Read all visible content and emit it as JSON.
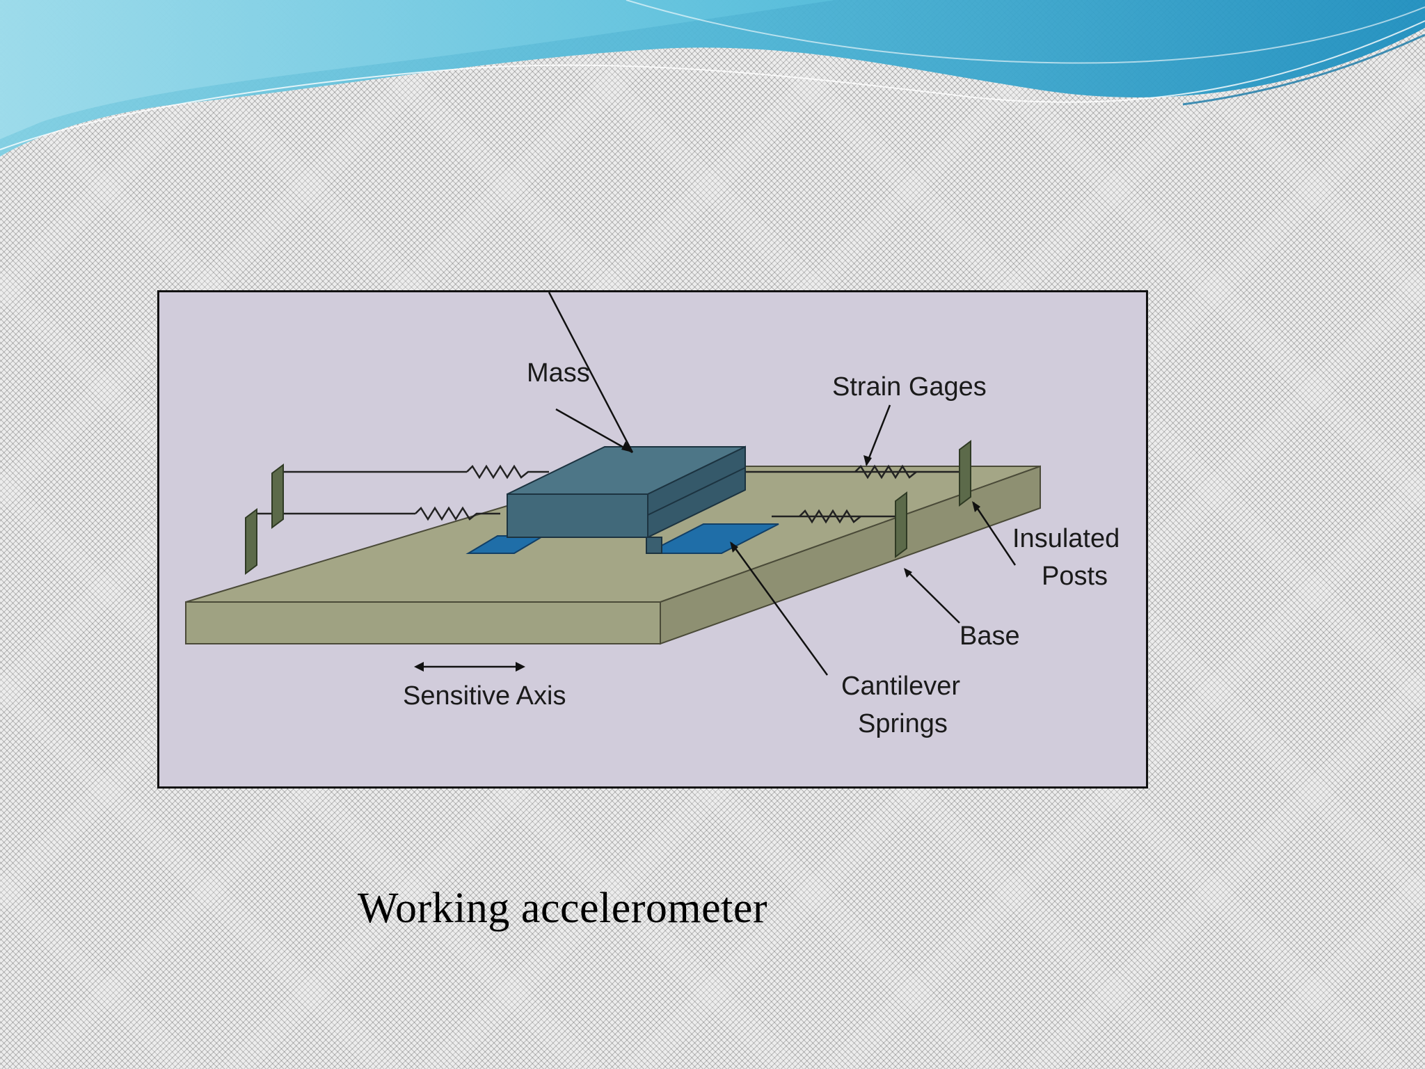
{
  "diagram": {
    "labels": {
      "mass": "Mass",
      "strain_gages": "Strain Gages",
      "insulated_posts_line1": "Insulated",
      "insulated_posts_line2": "Posts",
      "base": "Base",
      "cantilever_line1": "Cantilever",
      "cantilever_line2": "Springs",
      "sensitive_axis": "Sensitive Axis"
    },
    "colors": {
      "panel_background": "#d1ccdb",
      "base_fill": "#a4a686",
      "mass_fill": "#41697a",
      "cantilever_fill": "#1f6ea8",
      "post_fill": "#5c6a4a",
      "wave_accent": "#1e9bc4"
    }
  },
  "caption": "Working accelerometer"
}
